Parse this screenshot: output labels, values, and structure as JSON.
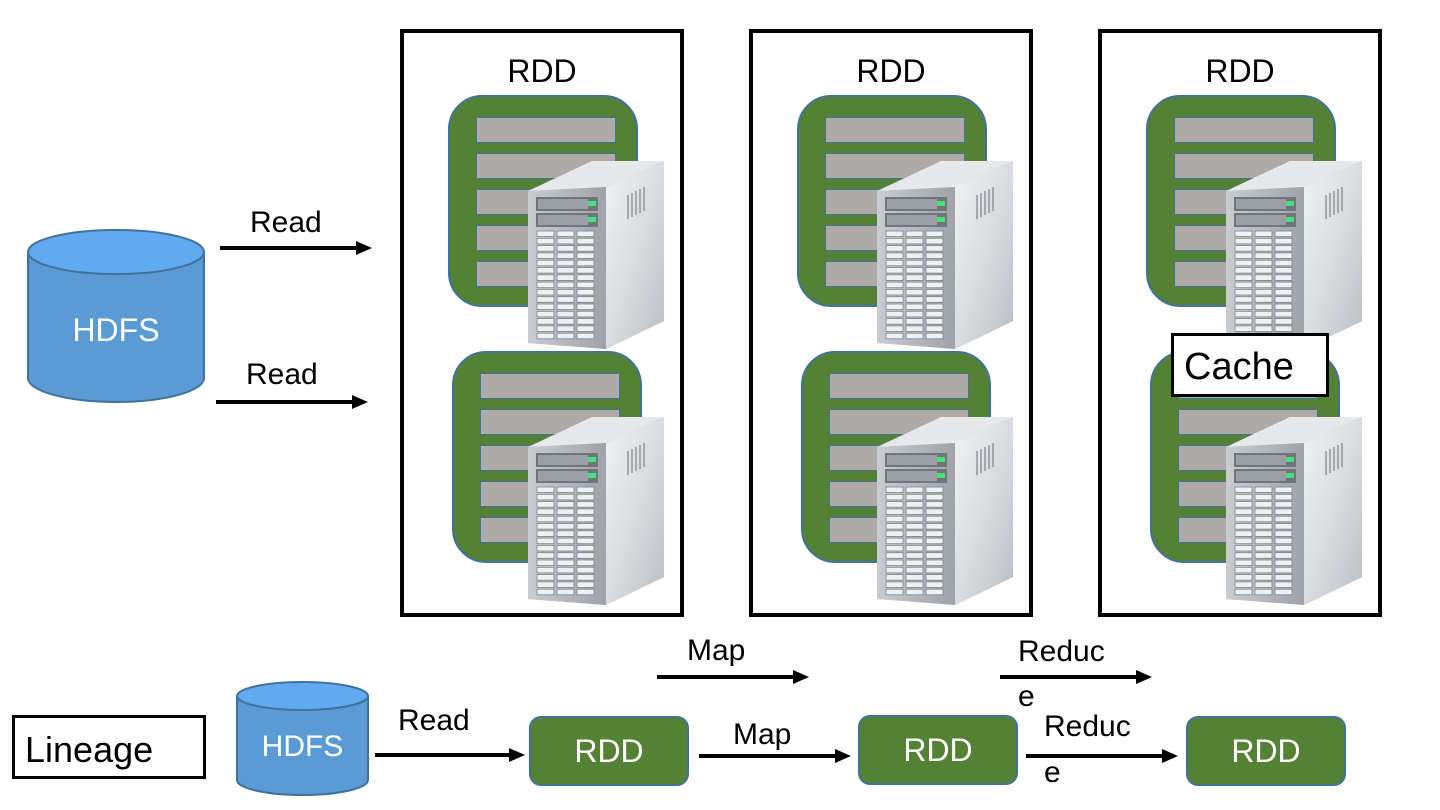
{
  "storage": {
    "label": "HDFS",
    "fill": "#5b9bd5",
    "top_fill": "#62aaf0"
  },
  "read_arrows": [
    {
      "label": "Read"
    },
    {
      "label": "Read"
    }
  ],
  "rdd_stages": [
    {
      "title": "RDD",
      "partitions": 2,
      "rows_per_partition": 5
    },
    {
      "title": "RDD",
      "partitions": 2,
      "rows_per_partition": 5
    },
    {
      "title": "RDD",
      "partitions": 2,
      "rows_per_partition": 5,
      "overlay_label": "Cache"
    }
  ],
  "stage_arrows": [
    {
      "label": "Map"
    },
    {
      "label_line1": "Reduc",
      "label_line2": "e"
    }
  ],
  "lineage": {
    "title": "Lineage",
    "source": "HDFS",
    "steps": [
      {
        "edge": "Read",
        "node": "RDD"
      },
      {
        "edge": "Map",
        "node": "RDD"
      },
      {
        "edge_line1": "Reduc",
        "edge_line2": "e",
        "node": "RDD"
      }
    ]
  },
  "colors": {
    "rdd_green": "#548235",
    "row_gray": "#aeaaaa",
    "outline_blue": "#41719c",
    "hdfs_blue": "#5b9bd5"
  }
}
